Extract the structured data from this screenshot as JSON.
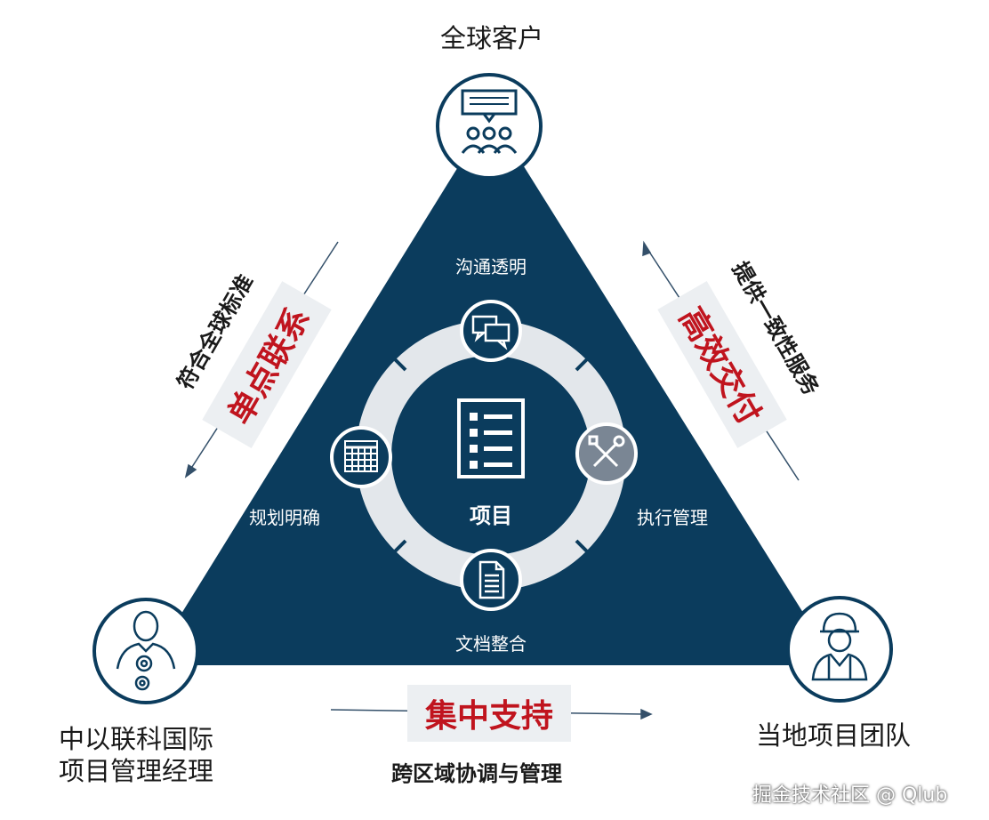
{
  "nodes": {
    "top": "全球客户",
    "left_line1": "中以联科国际",
    "left_line2": "项目管理经理",
    "right": "当地项目团队"
  },
  "ring": {
    "center": "项目",
    "top": "沟通透明",
    "right": "执行管理",
    "bottom": "文档整合",
    "left": "规划明确"
  },
  "sides": {
    "left_text": "符合全球标准",
    "left_tag": "单点联系",
    "right_text": "提供一致性服务",
    "right_tag": "高效交付",
    "bottom_tag": "集中支持",
    "bottom_text": "跨区域协调与管理"
  },
  "watermark": "掘金技术社区 @ Qlub",
  "colors": {
    "navy": "#0b3c5d",
    "ring_gray": "#e3e7eb",
    "accent_red": "#c0141e",
    "tag_bg": "#eceff2"
  },
  "icons": [
    "audience-icon",
    "manager-icon",
    "worker-icon",
    "chat-icon",
    "tools-icon",
    "document-icon",
    "calendar-icon",
    "checklist-icon"
  ]
}
